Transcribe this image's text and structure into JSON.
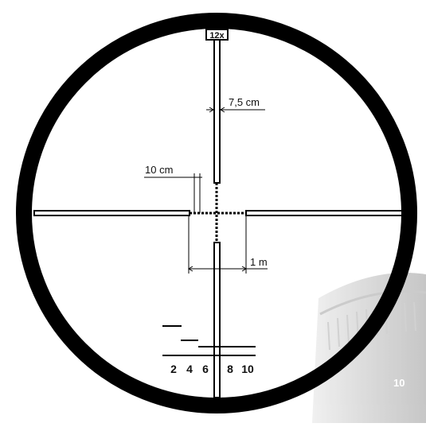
{
  "reticle": {
    "magnification": "12x",
    "dimensions": {
      "post_width": "7,5 cm",
      "crosshair_thickness": "10 cm",
      "center_gap": "1 m"
    },
    "rangefinder_scale": {
      "labels": [
        "2",
        "4",
        "6",
        "8",
        "10"
      ]
    }
  },
  "turret": {
    "visible_number": "10"
  },
  "colors": {
    "ring": "#000000",
    "reticle": "#000000",
    "background": "#ffffff",
    "turret": "#dcdcdc"
  }
}
